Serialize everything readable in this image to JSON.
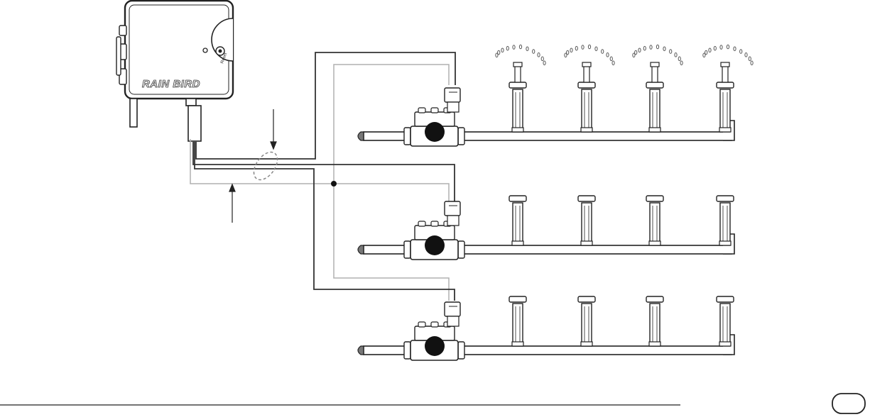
{
  "controller": {
    "brand": "RAIN BIRD",
    "dial_label": "Reset"
  },
  "layout_info": {
    "zones": 3,
    "heads_per_zone": 4,
    "active_zone": 1
  },
  "colors": {
    "common_wire": "#b0b0b0",
    "zone_wire": "#333333",
    "valve_body": "#111111",
    "spray": "#555555"
  },
  "page_badge": ""
}
